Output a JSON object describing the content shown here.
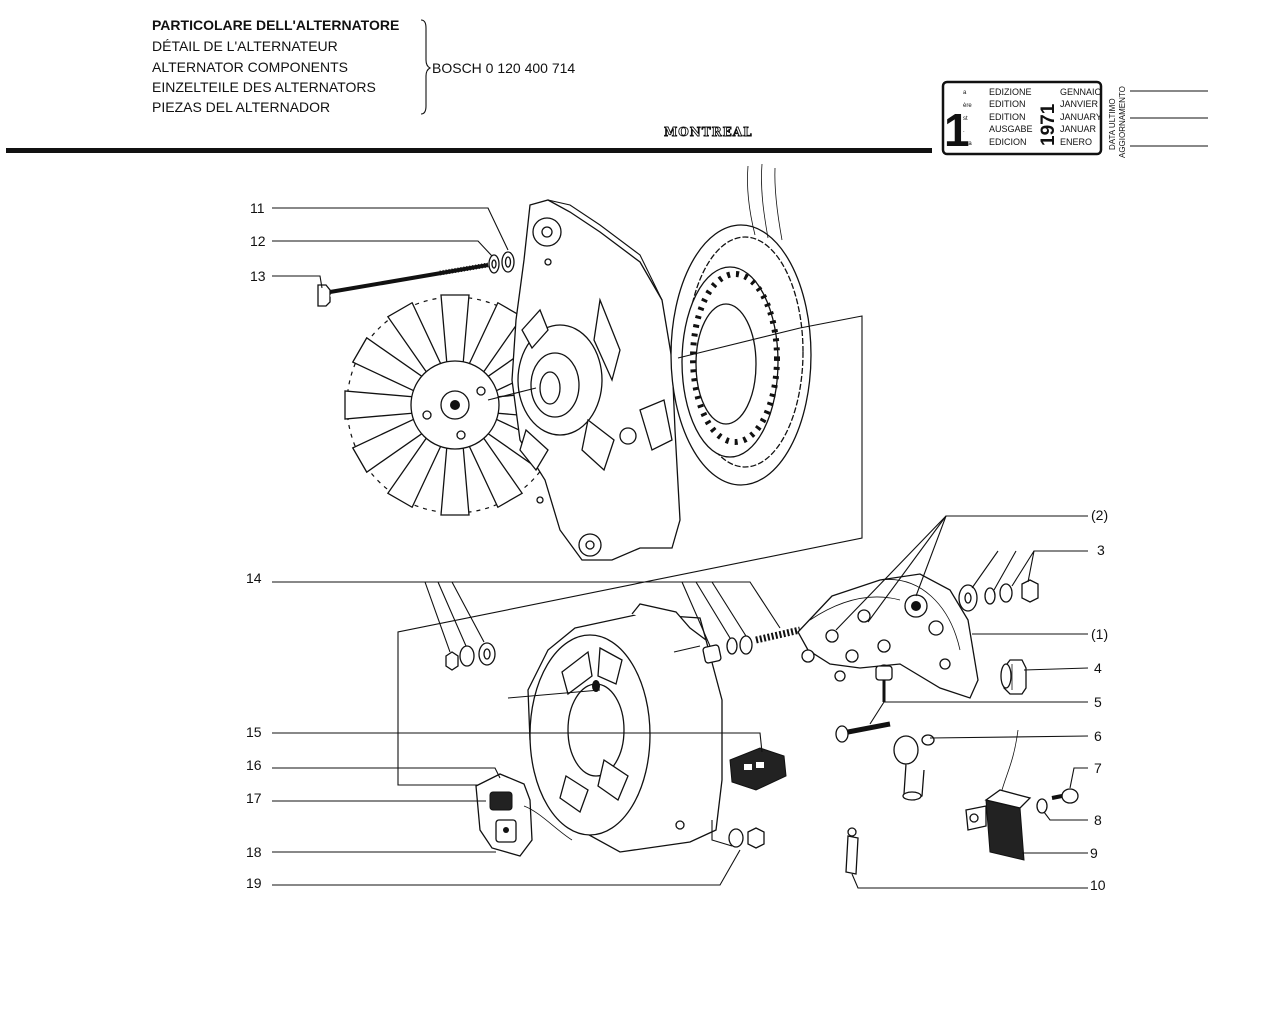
{
  "header": {
    "title_lines": [
      "PARTICOLARE DELL'ALTERNATORE",
      "DÉTAIL DE L'ALTERNATEUR",
      "ALTERNATOR COMPONENTS",
      "EINZELTEILE DES ALTERNATORS",
      "PIEZAS DEL ALTERNADOR"
    ],
    "part_number": "BOSCH 0 120 400 714",
    "brand": "MONTREAL"
  },
  "edition_box": {
    "edition_number": "1",
    "ordinals": [
      "a",
      "ère",
      "st",
      ".",
      "era"
    ],
    "edition_labels": [
      "EDIZIONE",
      "EDITION",
      "EDITION",
      "AUSGABE",
      "EDICION"
    ],
    "year": "1971",
    "months": [
      "GENNAIO",
      "JANVIER",
      "JANUARY",
      "JANUAR",
      "ENERO"
    ],
    "update_label": [
      "DATA ULTIMO",
      "AGGIORNAMENTO"
    ]
  },
  "callouts": {
    "left": [
      "11",
      "12",
      "13",
      "14",
      "15",
      "16",
      "17",
      "18",
      "19"
    ],
    "right": [
      "(2)",
      "3",
      "(1)",
      "4",
      "5",
      "6",
      "7",
      "8",
      "9",
      "10"
    ]
  }
}
